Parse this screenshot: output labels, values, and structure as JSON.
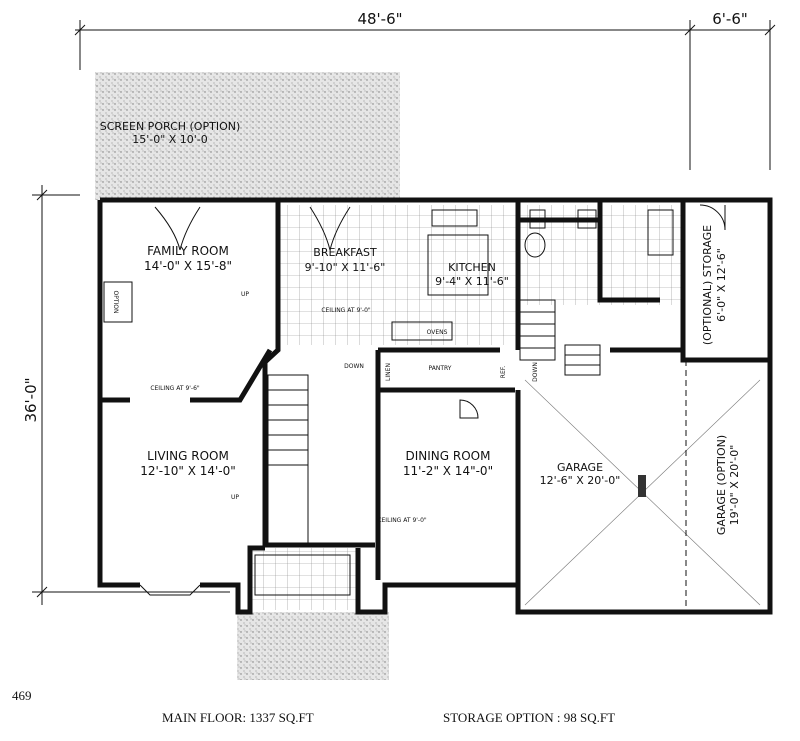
{
  "plan_number": "469",
  "overall_dimensions": {
    "width_main": "48'-6\"",
    "width_storage": "6'-6\"",
    "depth": "36'-0\""
  },
  "rooms": [
    {
      "name": "SCREEN PORCH (OPTION)",
      "size": "15'-0\" X 10'-0"
    },
    {
      "name": "FAMILY ROOM",
      "size": "14'-0\" X 15'-8\""
    },
    {
      "name": "BREAKFAST",
      "size": "9'-10\" X 11'-6\""
    },
    {
      "name": "KITCHEN",
      "size": "9'-4\" X 11'-6\""
    },
    {
      "name": "(OPTIONAL) STORAGE",
      "size": "6'-0\" X 12'-6\""
    },
    {
      "name": "LIVING ROOM",
      "size": "12'-10\" X 14'-0\""
    },
    {
      "name": "DINING ROOM",
      "size": "11'-2\" X 14\"-0\""
    },
    {
      "name": "GARAGE",
      "size": "12'-6\" X 20'-0\""
    },
    {
      "name": "GARAGE (OPTION)",
      "size": "19'-0\" X 20'-0\""
    }
  ],
  "small_labels": {
    "ovens": "OVENS",
    "pantry": "PANTRY",
    "linen": "LINEN",
    "ref": "REF.",
    "down": "DOWN",
    "up": "UP",
    "ceiling_9_0": "CEILING AT 9'-0\"",
    "ceiling_9_6": "CEILING AT 9'-6\"",
    "option": "OPTION"
  },
  "footer": {
    "main_floor": "MAIN FLOOR: 1337 SQ.FT",
    "storage_option": "STORAGE OPTION : 98 SQ.FT"
  }
}
